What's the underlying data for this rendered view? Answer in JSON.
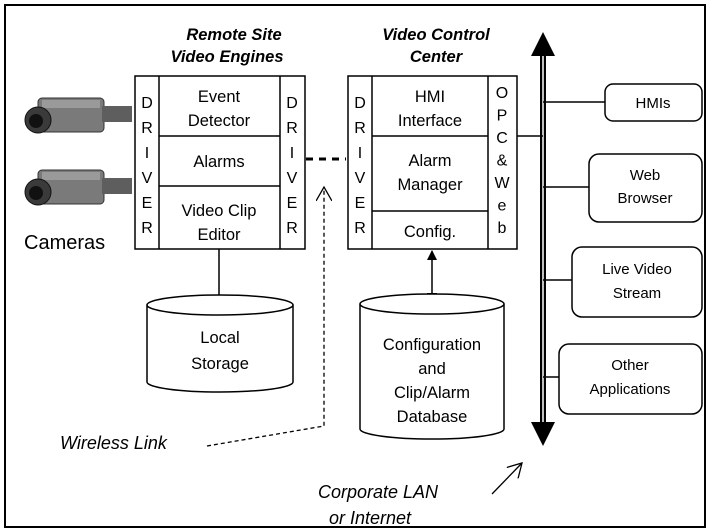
{
  "headers": {
    "remote_line1": "Remote Site",
    "remote_line2": "Video Engines",
    "control_line1": "Video Control",
    "control_line2": "Center"
  },
  "remote_engine": {
    "left_driver": [
      "D",
      "R",
      "I",
      "V",
      "E",
      "R"
    ],
    "right_driver": [
      "D",
      "R",
      "I",
      "V",
      "E",
      "R"
    ],
    "event_detector": [
      "Event",
      "Detector"
    ],
    "alarms": "Alarms",
    "video_clip_editor": [
      "Video Clip",
      "Editor"
    ]
  },
  "control_center": {
    "driver": [
      "D",
      "R",
      "I",
      "V",
      "E",
      "R"
    ],
    "opc_web": [
      "O",
      "P",
      "C",
      "&",
      "W",
      "e",
      "b"
    ],
    "hmi_interface": [
      "HMI",
      "Interface"
    ],
    "alarm_manager": [
      "Alarm",
      "Manager"
    ],
    "config": "Config."
  },
  "cameras_label": "Cameras",
  "local_storage": [
    "Local",
    "Storage"
  ],
  "database": [
    "Configuration",
    "and",
    "Clip/Alarm",
    "Database"
  ],
  "wireless_link": "Wireless Link",
  "corporate_lan": [
    "Corporate LAN",
    "or Internet"
  ],
  "clients": [
    {
      "lines": [
        "HMIs"
      ]
    },
    {
      "lines": [
        "Web",
        "Browser"
      ]
    },
    {
      "lines": [
        "Live Video",
        "Stream"
      ]
    },
    {
      "lines": [
        "Other",
        "Applications"
      ]
    }
  ],
  "colors": {
    "line": "#000000",
    "background": "#ffffff",
    "camera_body": "#6e6e6e"
  }
}
